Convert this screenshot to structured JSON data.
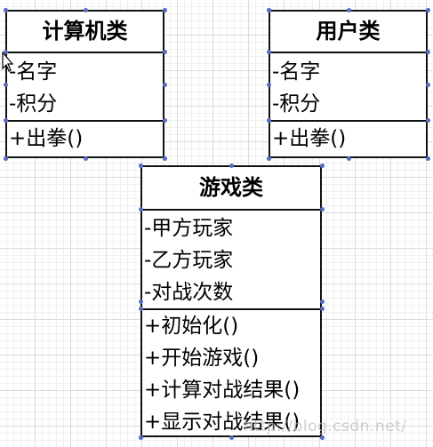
{
  "classes": {
    "computer": {
      "name": "计算机类",
      "attributes": [
        "-名字",
        "-积分"
      ],
      "methods": [
        "+出拳()"
      ]
    },
    "user": {
      "name": "用户类",
      "attributes": [
        "-名字",
        "-积分"
      ],
      "methods": [
        "+出拳()"
      ]
    },
    "game": {
      "name": "游戏类",
      "attributes": [
        "-甲方玩家",
        "-乙方玩家",
        "-对战次数"
      ],
      "methods": [
        "+初始化()",
        "+开始游戏()",
        "+计算对战结果()",
        "+显示对战结果()"
      ]
    }
  },
  "watermark": "http://blog.csdn.net/",
  "colors": {
    "border": "#111111",
    "handle": "#5a6cc6",
    "grid": "#dcdcdc"
  }
}
